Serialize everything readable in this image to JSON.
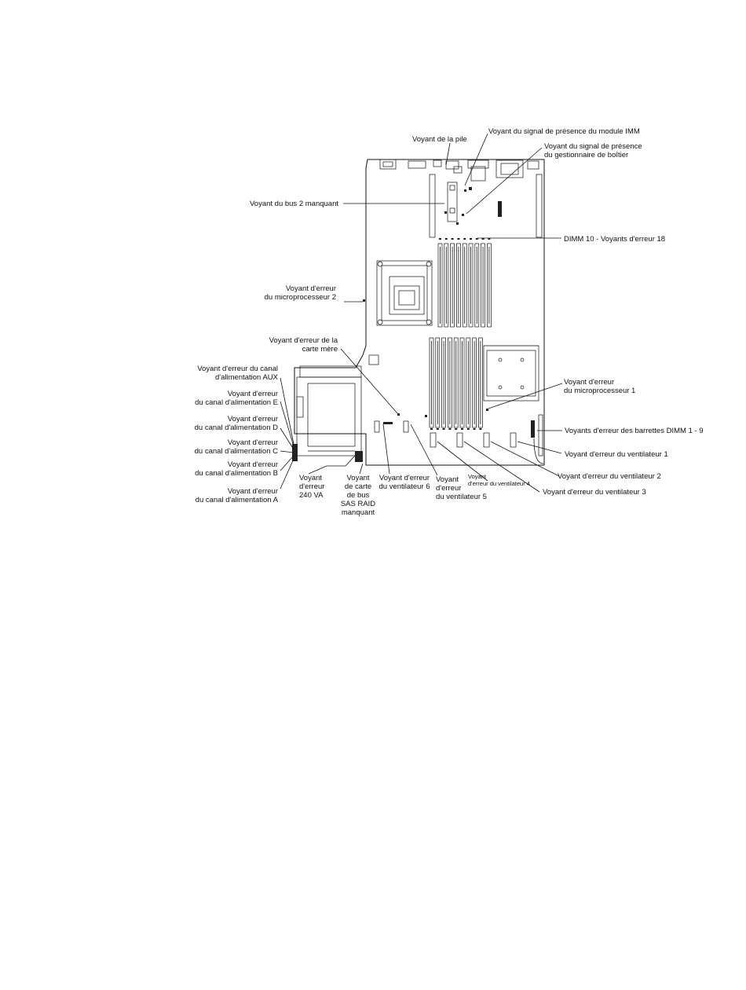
{
  "labels": {
    "imm_heartbeat": "Voyant du signal de présence du module IMM",
    "battery": "Voyant de la pile",
    "enclosure_heartbeat_1": "Voyant du signal de présence",
    "enclosure_heartbeat_2": "du gestionnaire de boîtier",
    "bus2_missing": "Voyant du bus 2 manquant",
    "dimm_10_18": "DIMM 10 - Voyants d'erreur 18",
    "cpu2_1": "Voyant d'erreur",
    "cpu2_2": "du microprocesseur 2",
    "sysboard_1": "Voyant d'erreur de la",
    "sysboard_2": "carte mère",
    "aux_1": "Voyant d'erreur du canal",
    "aux_2": "d'alimentation AUX",
    "e_1": "Voyant d'erreur",
    "e_2": "du canal d'alimentation E",
    "d_1": "Voyant d'erreur",
    "d_2": "du canal d'alimentation D",
    "c_1": "Voyant d'erreur",
    "c_2": "du canal d'alimentation C",
    "b_1": "Voyant d'erreur",
    "b_2": "du canal d'alimentation B",
    "a_1": "Voyant d'erreur",
    "a_2": "du canal d'alimentation A",
    "cpu1_1": "Voyant d'erreur",
    "cpu1_2": "du microprocesseur 1",
    "dimm_1_9": "Voyants d'erreur des barrettes DIMM 1 - 9",
    "fan1": "Voyant d'erreur du ventilateur 1",
    "fan2": "Voyant d'erreur du ventilateur 2",
    "fan3": "Voyant d'erreur du ventilateur 3",
    "fan4_1": "Voyant",
    "fan4_2": "d'erreur du ventilateur 4",
    "fan5_1": "Voyant",
    "fan5_2": "d'erreur",
    "fan5_3": "du ventilateur 5",
    "fan6_1": "Voyant d'erreur",
    "fan6_2": "du ventilateur 6",
    "va240_1": "Voyant",
    "va240_2": "d'erreur",
    "va240_3": "240 VA",
    "sas_1": "Voyant",
    "sas_2": "de carte",
    "sas_3": "de bus",
    "sas_4": "SAS RAID",
    "sas_5": "manquant"
  }
}
